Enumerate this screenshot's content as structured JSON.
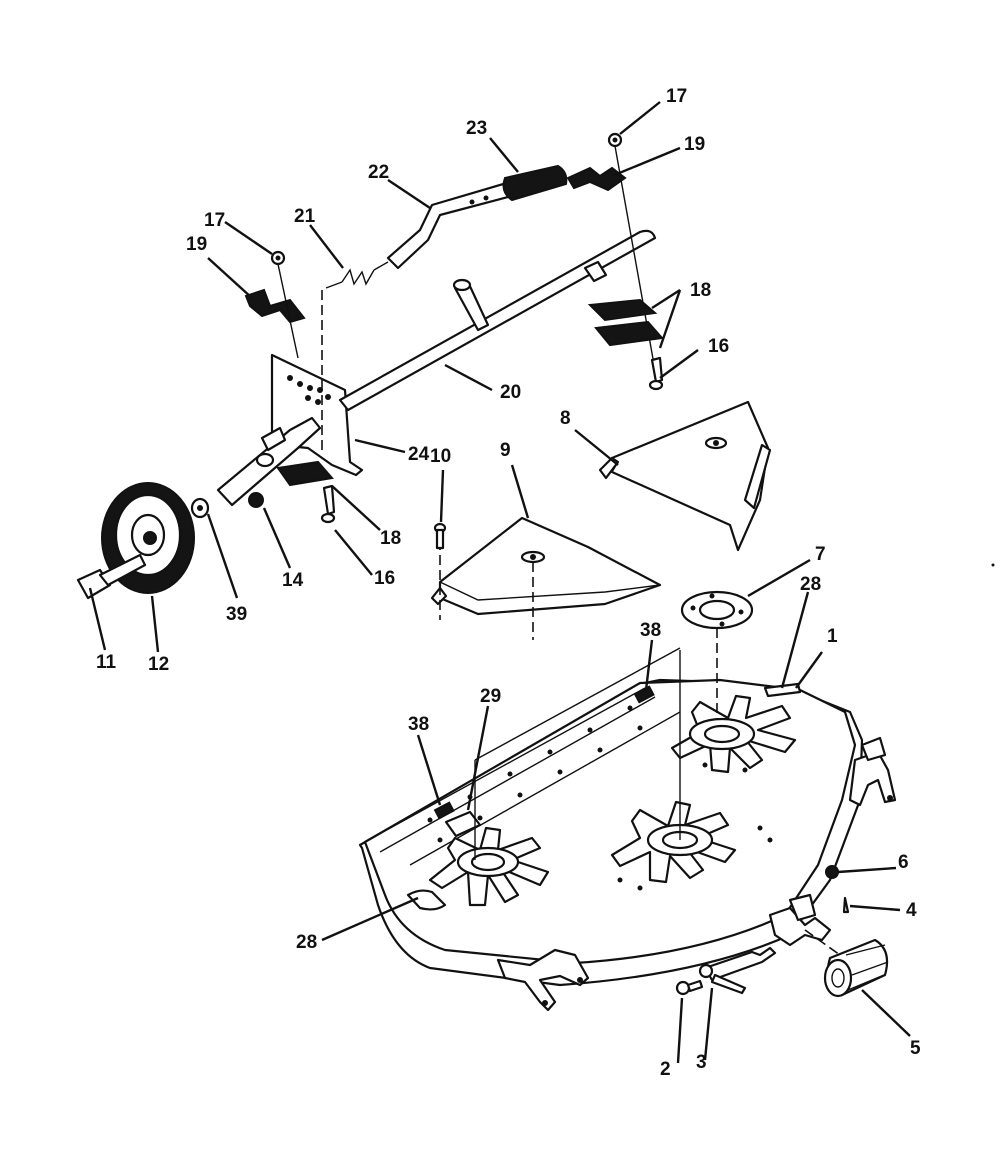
{
  "diagram": {
    "callouts": [
      {
        "id": "c1",
        "label": "1"
      },
      {
        "id": "c2",
        "label": "2"
      },
      {
        "id": "c3",
        "label": "3"
      },
      {
        "id": "c4",
        "label": "4"
      },
      {
        "id": "c5",
        "label": "5"
      },
      {
        "id": "c6",
        "label": "6"
      },
      {
        "id": "c7",
        "label": "7"
      },
      {
        "id": "c8",
        "label": "8"
      },
      {
        "id": "c9",
        "label": "9"
      },
      {
        "id": "c10",
        "label": "10"
      },
      {
        "id": "c11",
        "label": "11"
      },
      {
        "id": "c12",
        "label": "12"
      },
      {
        "id": "c14",
        "label": "14"
      },
      {
        "id": "c16a",
        "label": "16"
      },
      {
        "id": "c16b",
        "label": "16"
      },
      {
        "id": "c17a",
        "label": "17"
      },
      {
        "id": "c17b",
        "label": "17"
      },
      {
        "id": "c18a",
        "label": "18"
      },
      {
        "id": "c18b",
        "label": "18"
      },
      {
        "id": "c19a",
        "label": "19"
      },
      {
        "id": "c19b",
        "label": "19"
      },
      {
        "id": "c20",
        "label": "20"
      },
      {
        "id": "c21",
        "label": "21"
      },
      {
        "id": "c22",
        "label": "22"
      },
      {
        "id": "c23",
        "label": "23"
      },
      {
        "id": "c24",
        "label": "24"
      },
      {
        "id": "c28a",
        "label": "28"
      },
      {
        "id": "c28b",
        "label": "28"
      },
      {
        "id": "c29",
        "label": "29"
      },
      {
        "id": "c38a",
        "label": "38"
      },
      {
        "id": "c38b",
        "label": "38"
      },
      {
        "id": "c39",
        "label": "39"
      }
    ]
  }
}
